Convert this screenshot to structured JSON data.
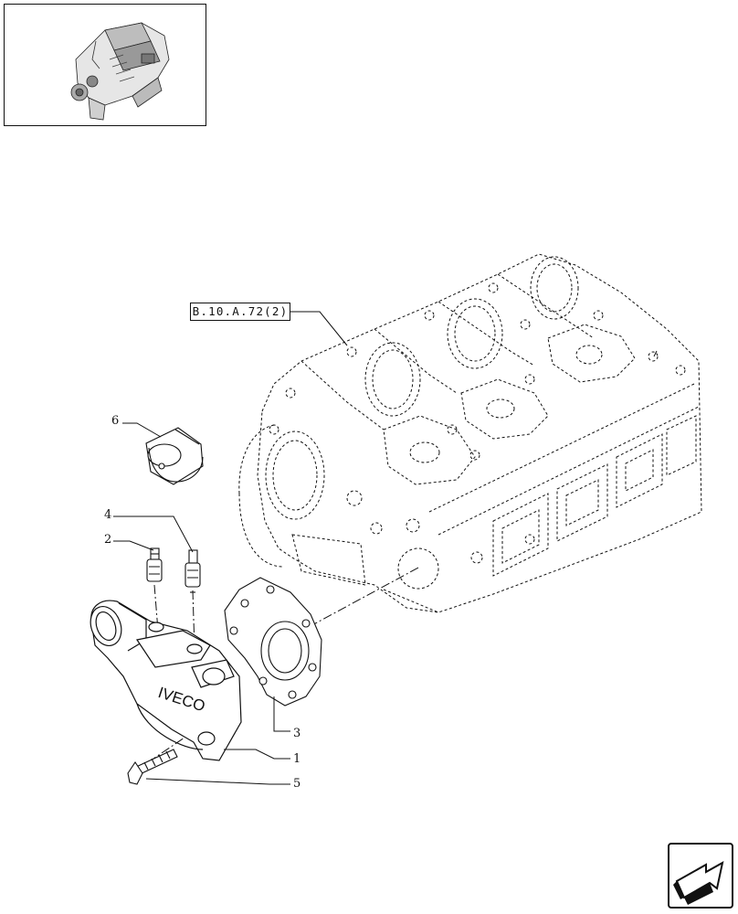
{
  "reference": {
    "label": "B.10.A.72(2)"
  },
  "brand_marking": "IVECO",
  "callouts": [
    {
      "id": "1",
      "label": "1"
    },
    {
      "id": "2",
      "label": "2"
    },
    {
      "id": "3",
      "label": "3"
    },
    {
      "id": "4",
      "label": "4"
    },
    {
      "id": "5",
      "label": "5"
    },
    {
      "id": "6",
      "label": "6"
    }
  ],
  "icons": {
    "thumbnail": "engine-thumbnail",
    "nav": "next-page-arrow-icon"
  }
}
